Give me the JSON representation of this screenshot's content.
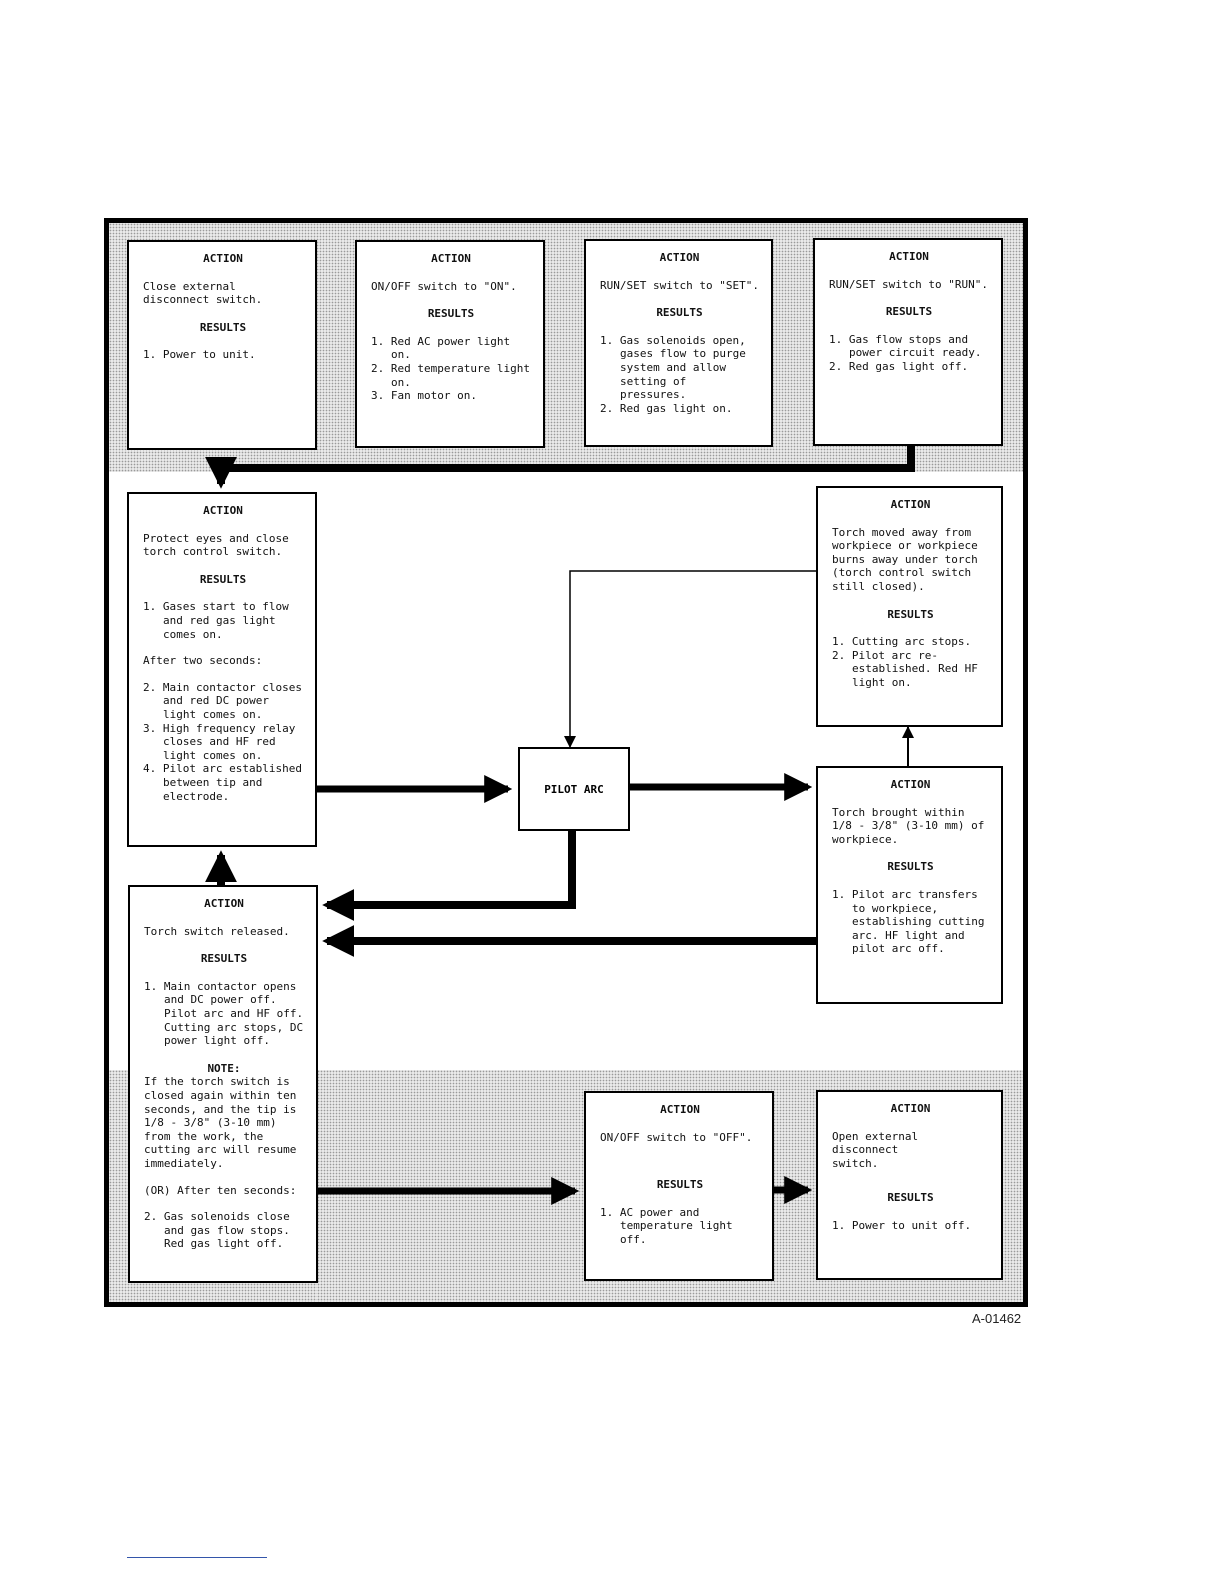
{
  "figure_id": "A-01462",
  "boxes": {
    "b1": {
      "action_label": "ACTION",
      "action": "Close external\ndisconnect switch.",
      "results_label": "RESULTS",
      "results": [
        "1. Power to unit."
      ]
    },
    "b2": {
      "action_label": "ACTION",
      "action": "ON/OFF switch to \"ON\".",
      "results_label": "RESULTS",
      "results": [
        "1. Red AC power light on.",
        "2. Red temperature light on.",
        "3. Fan motor on."
      ]
    },
    "b3": {
      "action_label": "ACTION",
      "action": "RUN/SET switch to \"SET\".",
      "results_label": "RESULTS",
      "results": [
        "1. Gas solenoids open, gases flow to purge system and allow setting of pressures.",
        "2. Red gas light on."
      ]
    },
    "b4": {
      "action_label": "ACTION",
      "action": "RUN/SET switch to \"RUN\".",
      "results_label": "RESULTS",
      "results": [
        "1. Gas flow stops and power circuit ready.",
        "2. Red gas light off."
      ]
    },
    "b5": {
      "action_label": "ACTION",
      "action": "Protect eyes and close\ntorch control switch.",
      "results_label": "RESULTS",
      "results_a": [
        "1. Gases start to flow and red gas light comes on."
      ],
      "after": "After two seconds:",
      "results_b": [
        "2. Main contactor closes and red DC power light comes on.",
        "3. High frequency relay closes and HF red light comes on.",
        "4. Pilot arc established between tip and electrode."
      ]
    },
    "b6": {
      "action_label": "ACTION",
      "action": "Torch moved away from\nworkpiece or workpiece\nburns away under torch\n(torch control switch\nstill closed).",
      "results_label": "RESULTS",
      "results": [
        "1. Cutting arc stops.",
        "2. Pilot arc re-established. Red HF light on."
      ]
    },
    "b7": {
      "action_label": "ACTION",
      "action": "Torch brought within\n1/8 - 3/8\" (3-10 mm) of\nworkpiece.",
      "results_label": "RESULTS",
      "results": [
        "1. Pilot arc transfers to workpiece, establishing cutting arc. HF light and pilot arc off."
      ]
    },
    "b8": {
      "action_label": "ACTION",
      "action": "Torch switch released.",
      "results_label": "RESULTS",
      "results": [
        "1. Main contactor opens and DC power off. Pilot arc and HF off. Cutting arc stops, DC power light off."
      ],
      "note_label": "NOTE:",
      "note": "If the torch switch is\nclosed again within ten\nseconds, and the tip is\n1/8 - 3/8\" (3-10 mm)\nfrom the work, the\ncutting arc will resume\nimmediately.",
      "after": "(OR) After ten seconds:",
      "results_b": [
        "2. Gas solenoids close and gas flow stops. Red gas light off."
      ]
    },
    "b9": {
      "action_label": "ACTION",
      "action": "ON/OFF switch to \"OFF\".",
      "results_label": "RESULTS",
      "results": [
        "1. AC power and temperature light off."
      ]
    },
    "b10": {
      "action_label": "ACTION",
      "action": "Open external disconnect\nswitch.",
      "results_label": "RESULTS",
      "results": [
        "1. Power to unit off."
      ]
    }
  },
  "pilot_arc": "PILOT ARC",
  "colors": {
    "line": "#000000",
    "shade": "#e9e9e9",
    "box": "#ffffff"
  }
}
